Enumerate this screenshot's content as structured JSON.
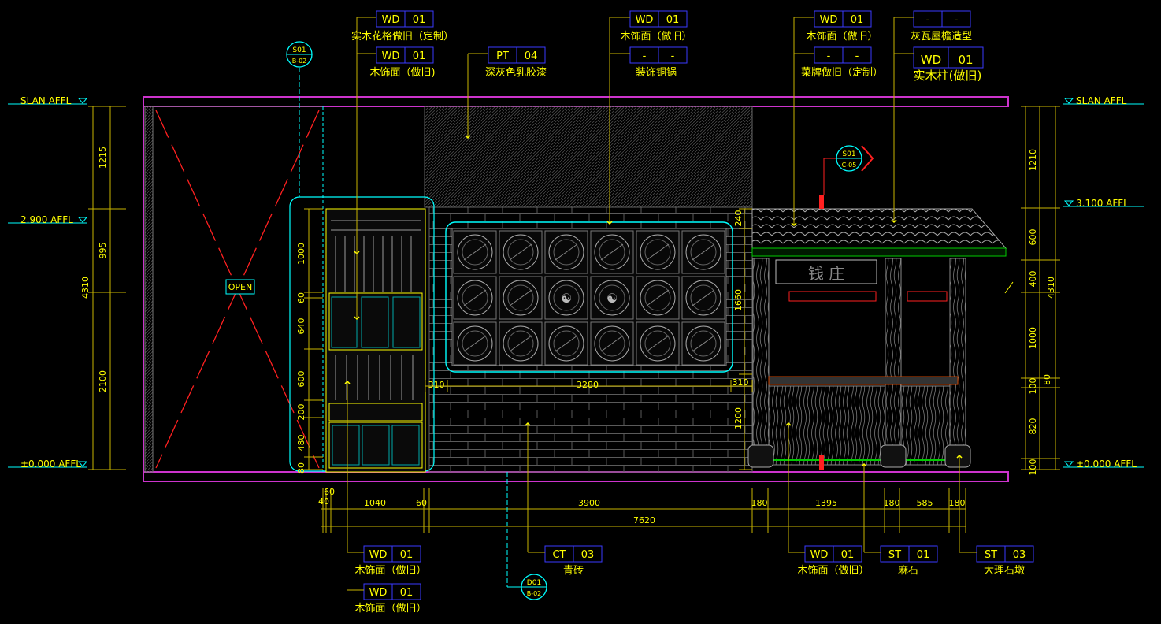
{
  "colors": {
    "background": "#000000",
    "text": "#ffff00",
    "dim": "#c8b400",
    "tag_border": "#3a3aff",
    "cyan": "#00ffff",
    "magenta": "#cc33cc",
    "red": "#ff2020",
    "green": "#00cc00",
    "grey": "#8a8a8a"
  },
  "levels": {
    "left": [
      {
        "label": "SLAN AFFL"
      },
      {
        "label": "2.900 AFFL"
      },
      {
        "label": "±0.000 AFFL"
      }
    ],
    "right": [
      {
        "label": "SLAN AFFL"
      },
      {
        "label": "3.100 AFFL"
      },
      {
        "label": "±0.000 AFFL"
      }
    ]
  },
  "dims_left_outer": [
    "1215",
    "995",
    "2100"
  ],
  "dim_left_total": "4310",
  "dims_cabinet": [
    "1000",
    "60",
    "640",
    "600",
    "200",
    "480",
    "80"
  ],
  "dims_right_inner": [
    "1210",
    "600",
    "400",
    "1000",
    "100",
    "820",
    "100"
  ],
  "dim_right_small": "80",
  "dim_right_total": "4310",
  "dims_screen": [
    "240",
    "1660",
    "1200"
  ],
  "dims_mid": [
    "310",
    "3280",
    "310"
  ],
  "dims_bottom": [
    "40",
    "60",
    "1040",
    "60",
    "3900",
    "180",
    "1395",
    "180",
    "585",
    "180"
  ],
  "dim_bottom_total": "7620",
  "open_label": "OPEN",
  "signboard": "钱 庄",
  "section_marks": [
    {
      "top": "S01",
      "bottom": "B-02"
    },
    {
      "top": "S01",
      "bottom": "C-05"
    },
    {
      "top": "D01",
      "bottom": "B-02"
    }
  ],
  "tags": [
    {
      "code": "WD",
      "num": "01",
      "label": "实木花格做旧（定制）"
    },
    {
      "code": "WD",
      "num": "01",
      "label": "木饰面（做旧)"
    },
    {
      "code": "PT",
      "num": "04",
      "label": "深灰色乳胶漆"
    },
    {
      "code": "WD",
      "num": "01",
      "label": "木饰面（做旧）"
    },
    {
      "code": "-",
      "num": "-",
      "label": "装饰铜锅"
    },
    {
      "code": "WD",
      "num": "01",
      "label": "木饰面（做旧）"
    },
    {
      "code": "-",
      "num": "-",
      "label": "菜牌做旧（定制）"
    },
    {
      "code": "-",
      "num": "-",
      "label": "灰瓦屋檐造型"
    },
    {
      "code": "WD",
      "num": "01",
      "label": "实木柱(做旧)"
    },
    {
      "code": "WD",
      "num": "01",
      "label": "木饰面（做旧）"
    },
    {
      "code": "WD",
      "num": "01",
      "label": "木饰面（做旧）"
    },
    {
      "code": "CT",
      "num": "03",
      "label": "青砖"
    },
    {
      "code": "WD",
      "num": "01",
      "label": "木饰面（做旧）"
    },
    {
      "code": "ST",
      "num": "01",
      "label": "麻石"
    },
    {
      "code": "ST",
      "num": "03",
      "label": "大理石墩"
    }
  ]
}
